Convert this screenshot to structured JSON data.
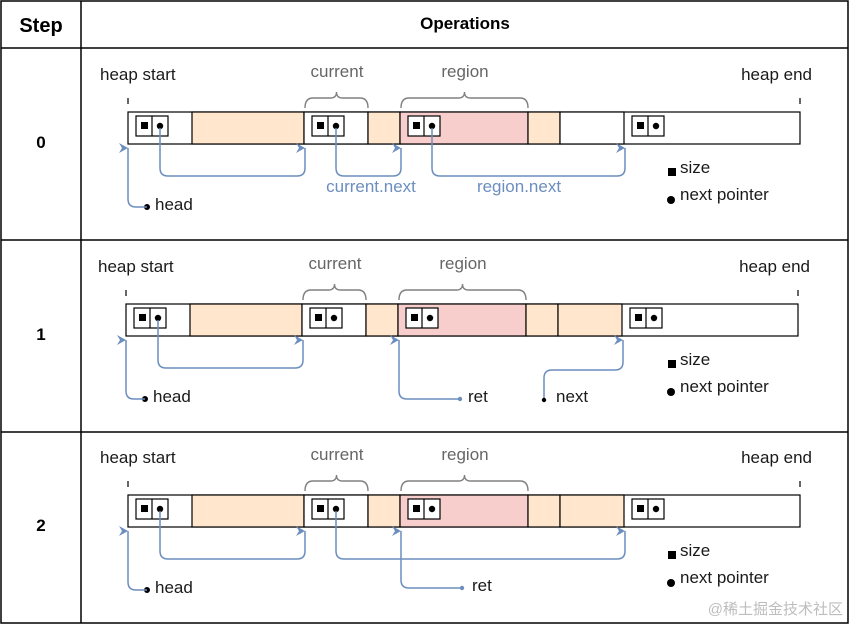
{
  "table": {
    "header_step": "Step",
    "header_operations": "Operations"
  },
  "colors": {
    "free_block": "#ffe6cc",
    "region_block": "#f8cecc",
    "arrow": "#6c8ebf",
    "brace": "#808080"
  },
  "legend": {
    "size": "size",
    "next_pointer": "next pointer"
  },
  "labels": {
    "heap_start": "heap start",
    "heap_end": "heap end",
    "current": "current",
    "region": "region",
    "head": "head",
    "current_next": "current.next",
    "region_next": "region.next",
    "ret": "ret",
    "next": "next"
  },
  "steps": [
    {
      "number": "0"
    },
    {
      "number": "1"
    },
    {
      "number": "2"
    }
  ],
  "watermark": "@稀土掘金技术社区"
}
